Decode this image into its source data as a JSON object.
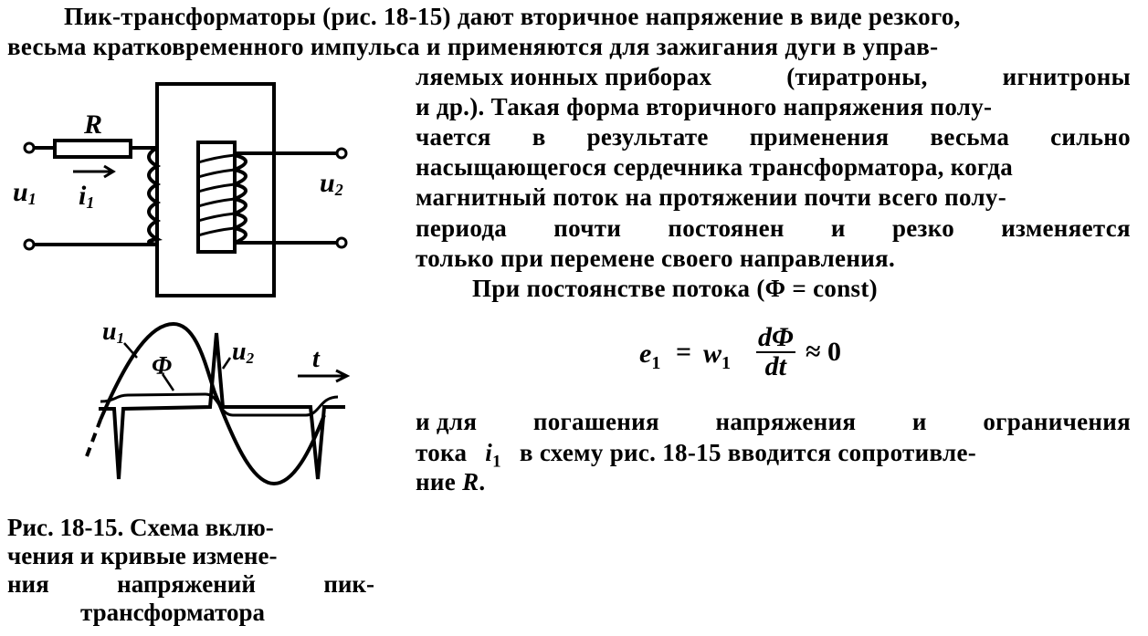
{
  "text": {
    "line1_lead": "Пик-трансформаторы",
    "line1_rest": "(рис. 18-15) дают вторичное напряжение в виде резкого,",
    "line2": "весьма кратковременного импульса и применяются для зажигания дуги в управ-",
    "line3_a": "ляемых ионных приборах",
    "line3_b": "(тиратроны,",
    "line3_c": "игнитроны",
    "line4": "и др.). Такая форма вторичного напряжения полу-",
    "line5_a": "чается",
    "line5_b": "в",
    "line5_c": "результате",
    "line5_d": "применения",
    "line5_e": "весьма",
    "line5_f": "сильно",
    "line6": "насыщающегося сердечника трансформатора, когда",
    "line7": "магнитный поток на протяжении почти всего полу-",
    "line8_a": "периода",
    "line8_b": "почти",
    "line8_c": "постоянен",
    "line8_d": "и",
    "line8_e": "резко",
    "line8_f": "изменяется",
    "line9": "только при перемене своего направления.",
    "line10": "При постоянстве потока (Φ = const)",
    "line11_a": "и для",
    "line11_b": "погашения",
    "line11_c": "напряжения",
    "line11_d": "и",
    "line11_e": "ограничения",
    "line12_a": "тока",
    "line12_b": "в схему рис. 18-15 вводится сопротивле-",
    "line13": "ние"
  },
  "formula": {
    "lhs": "e",
    "lhs_sub": "1",
    "eq": "=",
    "w": "w",
    "w_sub": "1",
    "num": "dΦ",
    "den": "dt",
    "approx": "≈ 0"
  },
  "symbols": {
    "i1": "i",
    "i1_sub": "1",
    "R": "R",
    "R_tail": "."
  },
  "figure": {
    "R": "R",
    "u1": "u",
    "u1_sub": "1",
    "i1": "i",
    "i1_sub": "1",
    "u2": "u",
    "u2_sub": "2",
    "wave_u1": "u",
    "wave_u1_sub": "1",
    "wave_phi": "Φ",
    "wave_u2": "u",
    "wave_u2_sub": "2",
    "wave_t": "t"
  },
  "caption": {
    "l1": "Рис. 18-15. Схема вклю-",
    "l2": "чения и кривые измене-",
    "l3_a": "ния",
    "l3_b": "напряжений",
    "l3_c": "пик-",
    "l4": "трансформатора"
  }
}
